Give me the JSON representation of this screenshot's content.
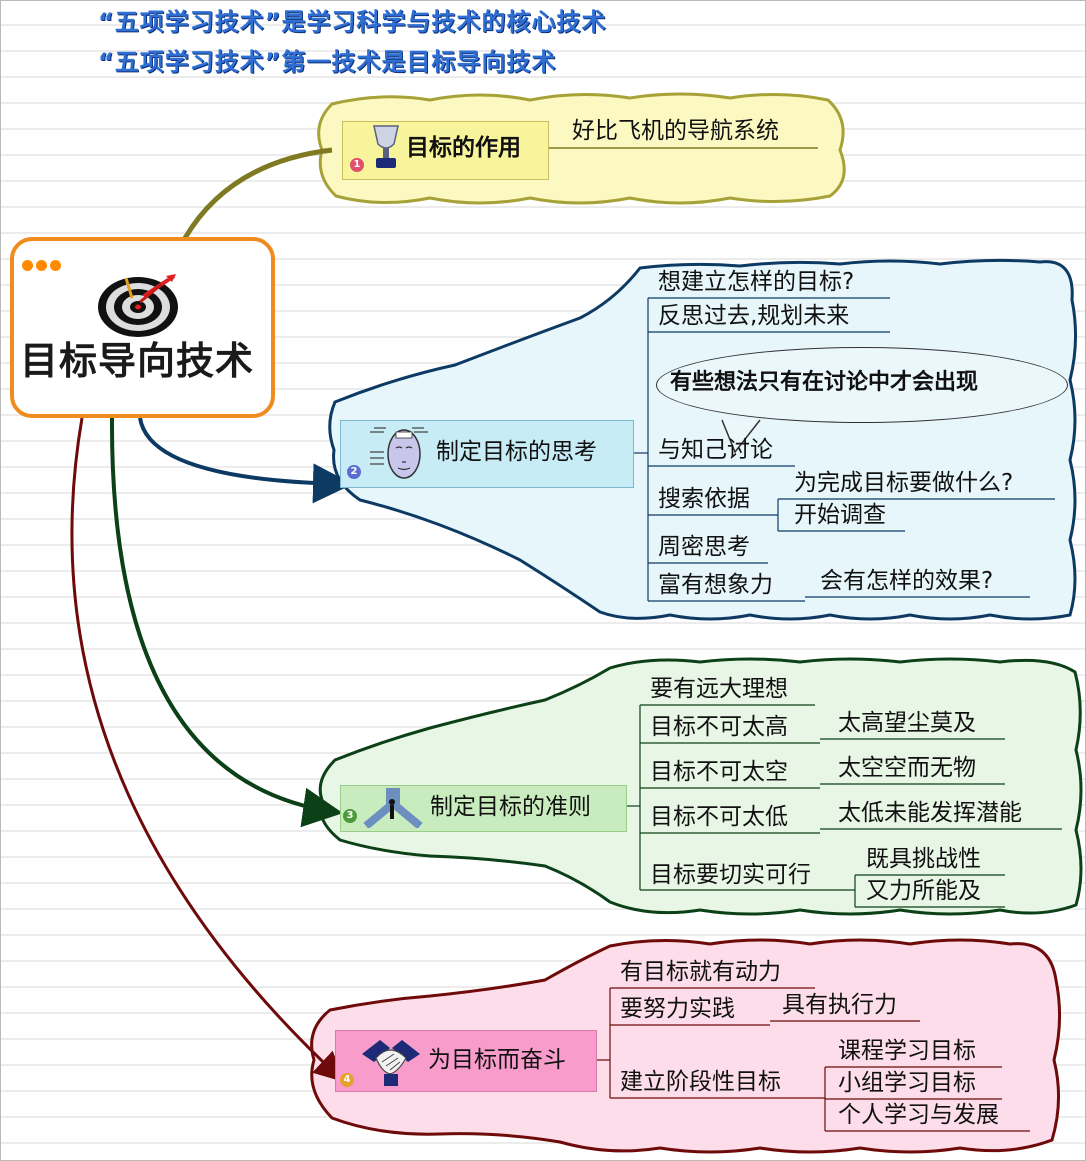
{
  "header": {
    "line1": "“五项学习技术”是学习科学与技术的核心技术",
    "line2": "“五项学习技术”第一技术是目标导向技术"
  },
  "center": {
    "title": "目标导向技术",
    "icon": "dartboard-icon"
  },
  "branches": [
    {
      "badge": "1",
      "title": "目标的作用",
      "icon": "trophy-icon",
      "color": "#7f7a22",
      "fill": "#fbf8c2",
      "children": [
        {
          "text": "好比飞机的导航系统"
        }
      ]
    },
    {
      "badge": "2",
      "title": "制定目标的思考",
      "icon": "thinking-head-icon",
      "color": "#0d3a63",
      "fill": "#e6f6fb",
      "children": [
        {
          "text": "想建立怎样的目标?"
        },
        {
          "text": "反思过去,规划未来"
        },
        {
          "text": "与知己讨论",
          "callout": "有些想法只有在讨论中才会出现"
        },
        {
          "text": "搜索依据",
          "children": [
            "为完成目标要做什么?",
            "开始调查"
          ]
        },
        {
          "text": "周密思考"
        },
        {
          "text": "富有想象力",
          "children": [
            "会有怎样的效果?"
          ]
        }
      ]
    },
    {
      "badge": "3",
      "title": "制定目标的准则",
      "icon": "crossroads-icon",
      "color": "#0c4016",
      "fill": "#e8f6e6",
      "children": [
        {
          "text": "要有远大理想"
        },
        {
          "text": "目标不可太高",
          "children": [
            "太高望尘莫及"
          ]
        },
        {
          "text": "目标不可太空",
          "children": [
            "太空空而无物"
          ]
        },
        {
          "text": "目标不可太低",
          "children": [
            "太低未能发挥潜能"
          ]
        },
        {
          "text": "目标要切实可行",
          "children": [
            "既具挑战性",
            "又力所能及"
          ]
        }
      ]
    },
    {
      "badge": "4",
      "title": "为目标而奋斗",
      "icon": "handshake-icon",
      "color": "#6e0a0a",
      "fill": "#fcdde9",
      "children": [
        {
          "text": "有目标就有动力"
        },
        {
          "text": "要努力实践",
          "children": [
            "具有执行力"
          ]
        },
        {
          "text": "建立阶段性目标",
          "children": [
            "课程学习目标",
            "小组学习目标",
            "个人学习与发展"
          ]
        }
      ]
    }
  ]
}
